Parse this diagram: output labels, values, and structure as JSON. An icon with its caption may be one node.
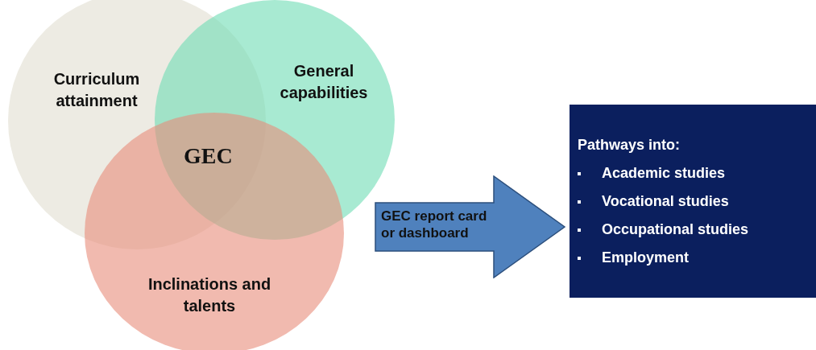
{
  "diagram": {
    "nodes": [
      {
        "text": [
          "Curriculum attainment"
        ]
      },
      {
        "text": [
          "General capabilities"
        ]
      },
      {
        "text": [
          "Inclinations and talents"
        ]
      },
      {
        "text": [
          "Pathways into:",
          "Academic studies",
          "Vocational studies",
          "Occupational studies",
          "Employment"
        ]
      }
    ],
    "edges": [
      {
        "from": 1,
        "to": 3,
        "arrow": "to",
        "label": "GEC report card or dashboard"
      }
    ],
    "labels": [
      "GEC"
    ]
  }
}
